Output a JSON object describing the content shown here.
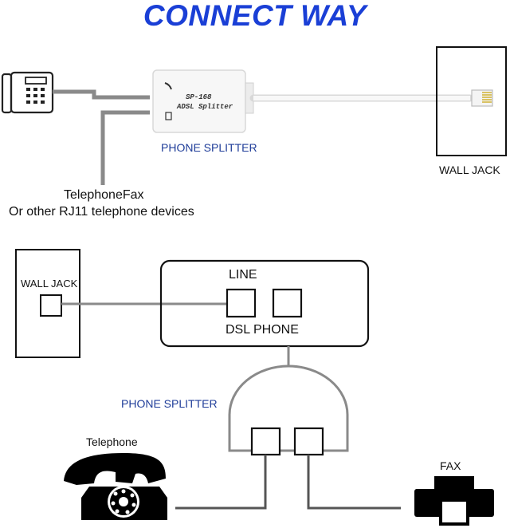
{
  "title": "CONNECT WAY",
  "top_diagram": {
    "device_line1": "SP-168",
    "device_line2": "ADSL Splitter",
    "splitter_label": "PHONE SPLITTER",
    "wall_jack_label": "WALL JACK",
    "devices_line1": "TelephoneFax",
    "devices_line2": "Or other RJ11 telephone devices"
  },
  "bottom_diagram": {
    "wall_jack_label": "WALL JACK",
    "line_label": "LINE",
    "port_labels": "DSL PHONE",
    "splitter_label": "PHONE SPLITTER",
    "telephone_label": "Telephone",
    "fax_label": "FAX"
  },
  "icons": [
    "desk-phone-icon",
    "rotary-phone-icon",
    "fax-icon",
    "rj11-plug-icon"
  ]
}
